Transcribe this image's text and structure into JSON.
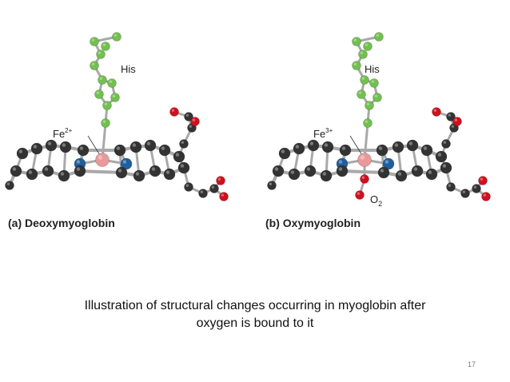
{
  "figure": {
    "panel_a": {
      "label": "(a) Deoxymyoglobin",
      "his_label": "His",
      "iron_label": "Fe",
      "iron_charge": "2+"
    },
    "panel_b": {
      "label": "(b) Oxymyoglobin",
      "his_label": "His",
      "iron_label": "Fe",
      "iron_charge": "3+",
      "oxygen_label": "O",
      "oxygen_subscript": "2"
    },
    "colors": {
      "carbon": "#333333",
      "nitrogen": "#1f5f9e",
      "iron": "#e79a97",
      "oxygen": "#d0101e",
      "histidine": "#72c04f",
      "bond": "#a9a9a9"
    }
  },
  "caption": {
    "line1": "Illustration of structural changes occurring in myoglobin after",
    "line2": "oxygen is bound to it"
  },
  "page_number": "17"
}
